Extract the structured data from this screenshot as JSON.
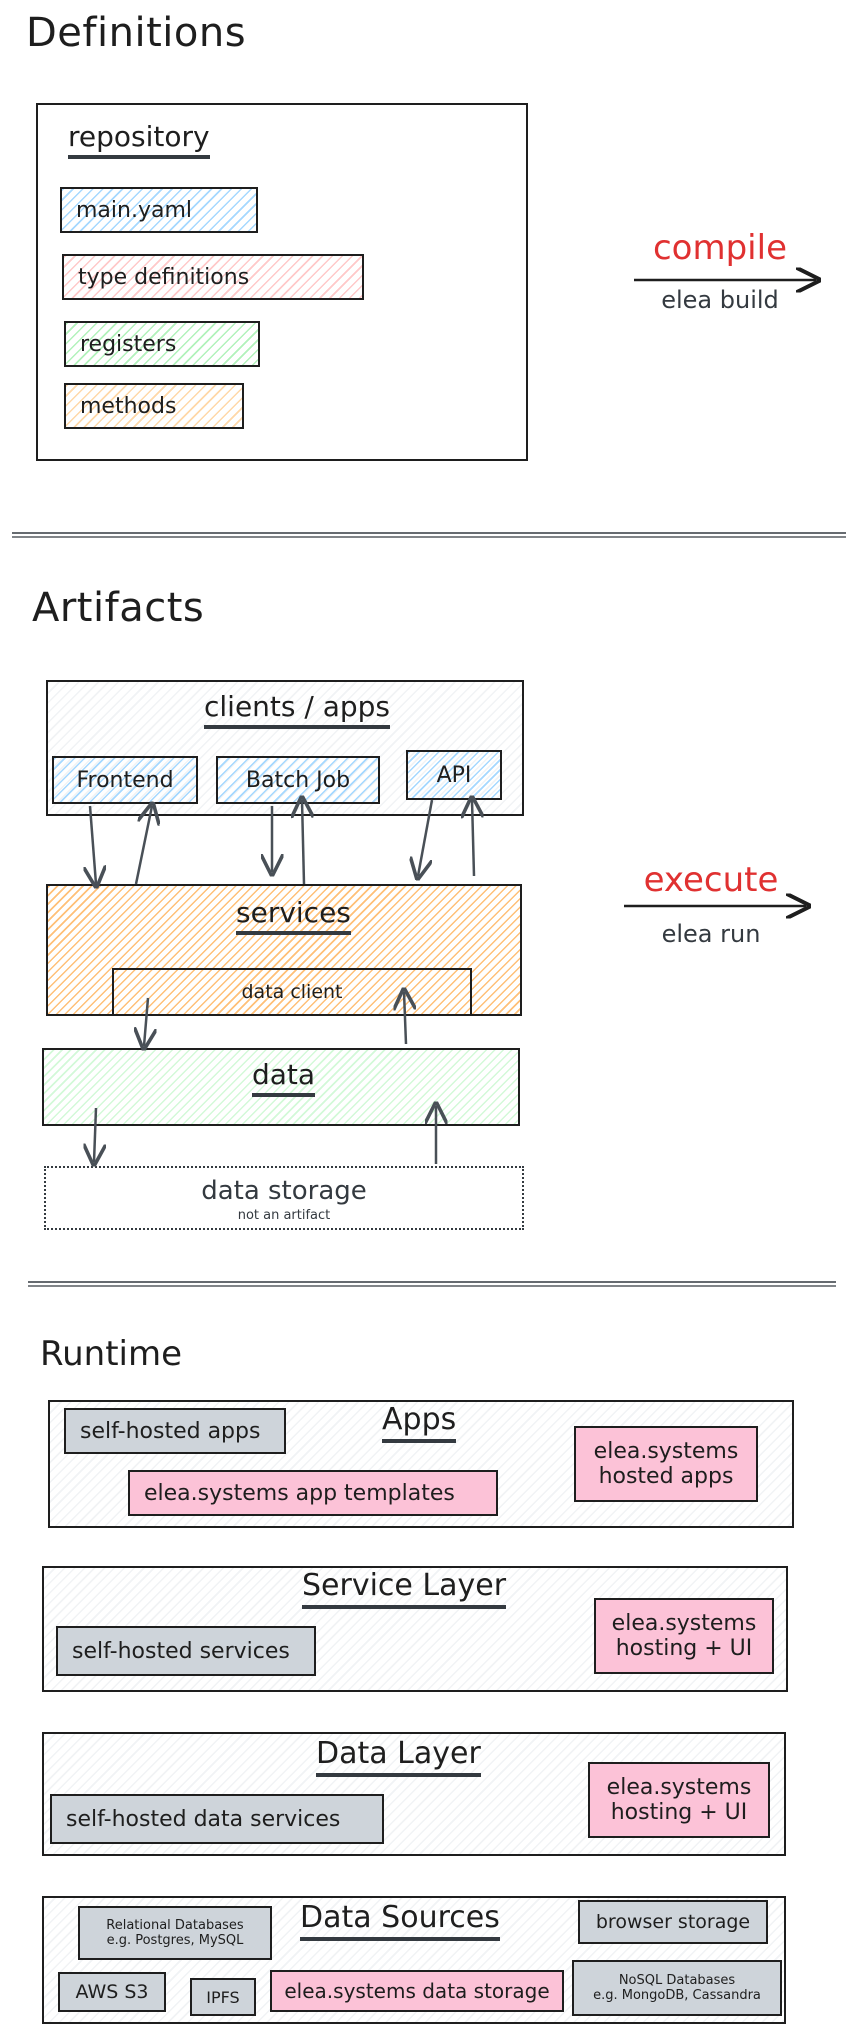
{
  "definitions": {
    "heading": "Definitions",
    "repo_title": "repository",
    "items": [
      "main.yaml",
      "type definitions",
      "registers",
      "methods"
    ],
    "compile": {
      "label": "compile",
      "sub": "elea build"
    }
  },
  "artifacts": {
    "heading": "Artifacts",
    "clients_title": "clients / apps",
    "clients": [
      "Frontend",
      "Batch Job",
      "API"
    ],
    "services_title": "services",
    "data_client": "data client",
    "data_title": "data",
    "storage_title": "data storage",
    "storage_note": "not an artifact",
    "execute": {
      "label": "execute",
      "sub": "elea run"
    }
  },
  "runtime": {
    "heading": "Runtime",
    "apps": {
      "title": "Apps",
      "self_hosted": "self-hosted apps",
      "templates": "elea.systems app templates",
      "hosted_line1": "elea.systems",
      "hosted_line2": "hosted apps"
    },
    "service_layer": {
      "title": "Service Layer",
      "self_hosted": "self-hosted services",
      "hosted_line1": "elea.systems",
      "hosted_line2": "hosting + UI"
    },
    "data_layer": {
      "title": "Data Layer",
      "self_hosted": "self-hosted data services",
      "hosted_line1": "elea.systems",
      "hosted_line2": "hosting + UI"
    },
    "data_sources": {
      "title": "Data Sources",
      "relational_line1": "Relational Databases",
      "relational_line2": "e.g. Postgres, MySQL",
      "browser": "browser storage",
      "aws": "AWS S3",
      "ipfs": "IPFS",
      "elea_storage": "elea.systems data storage",
      "nosql_line1": "NoSQL Databases",
      "nosql_line2": "e.g. MongoDB, Cassandra"
    }
  },
  "colors": {
    "stroke": "#1e1e1e",
    "accent_red": "#e03131",
    "pink": "#fcc2d7",
    "gray": "#ced4da"
  }
}
